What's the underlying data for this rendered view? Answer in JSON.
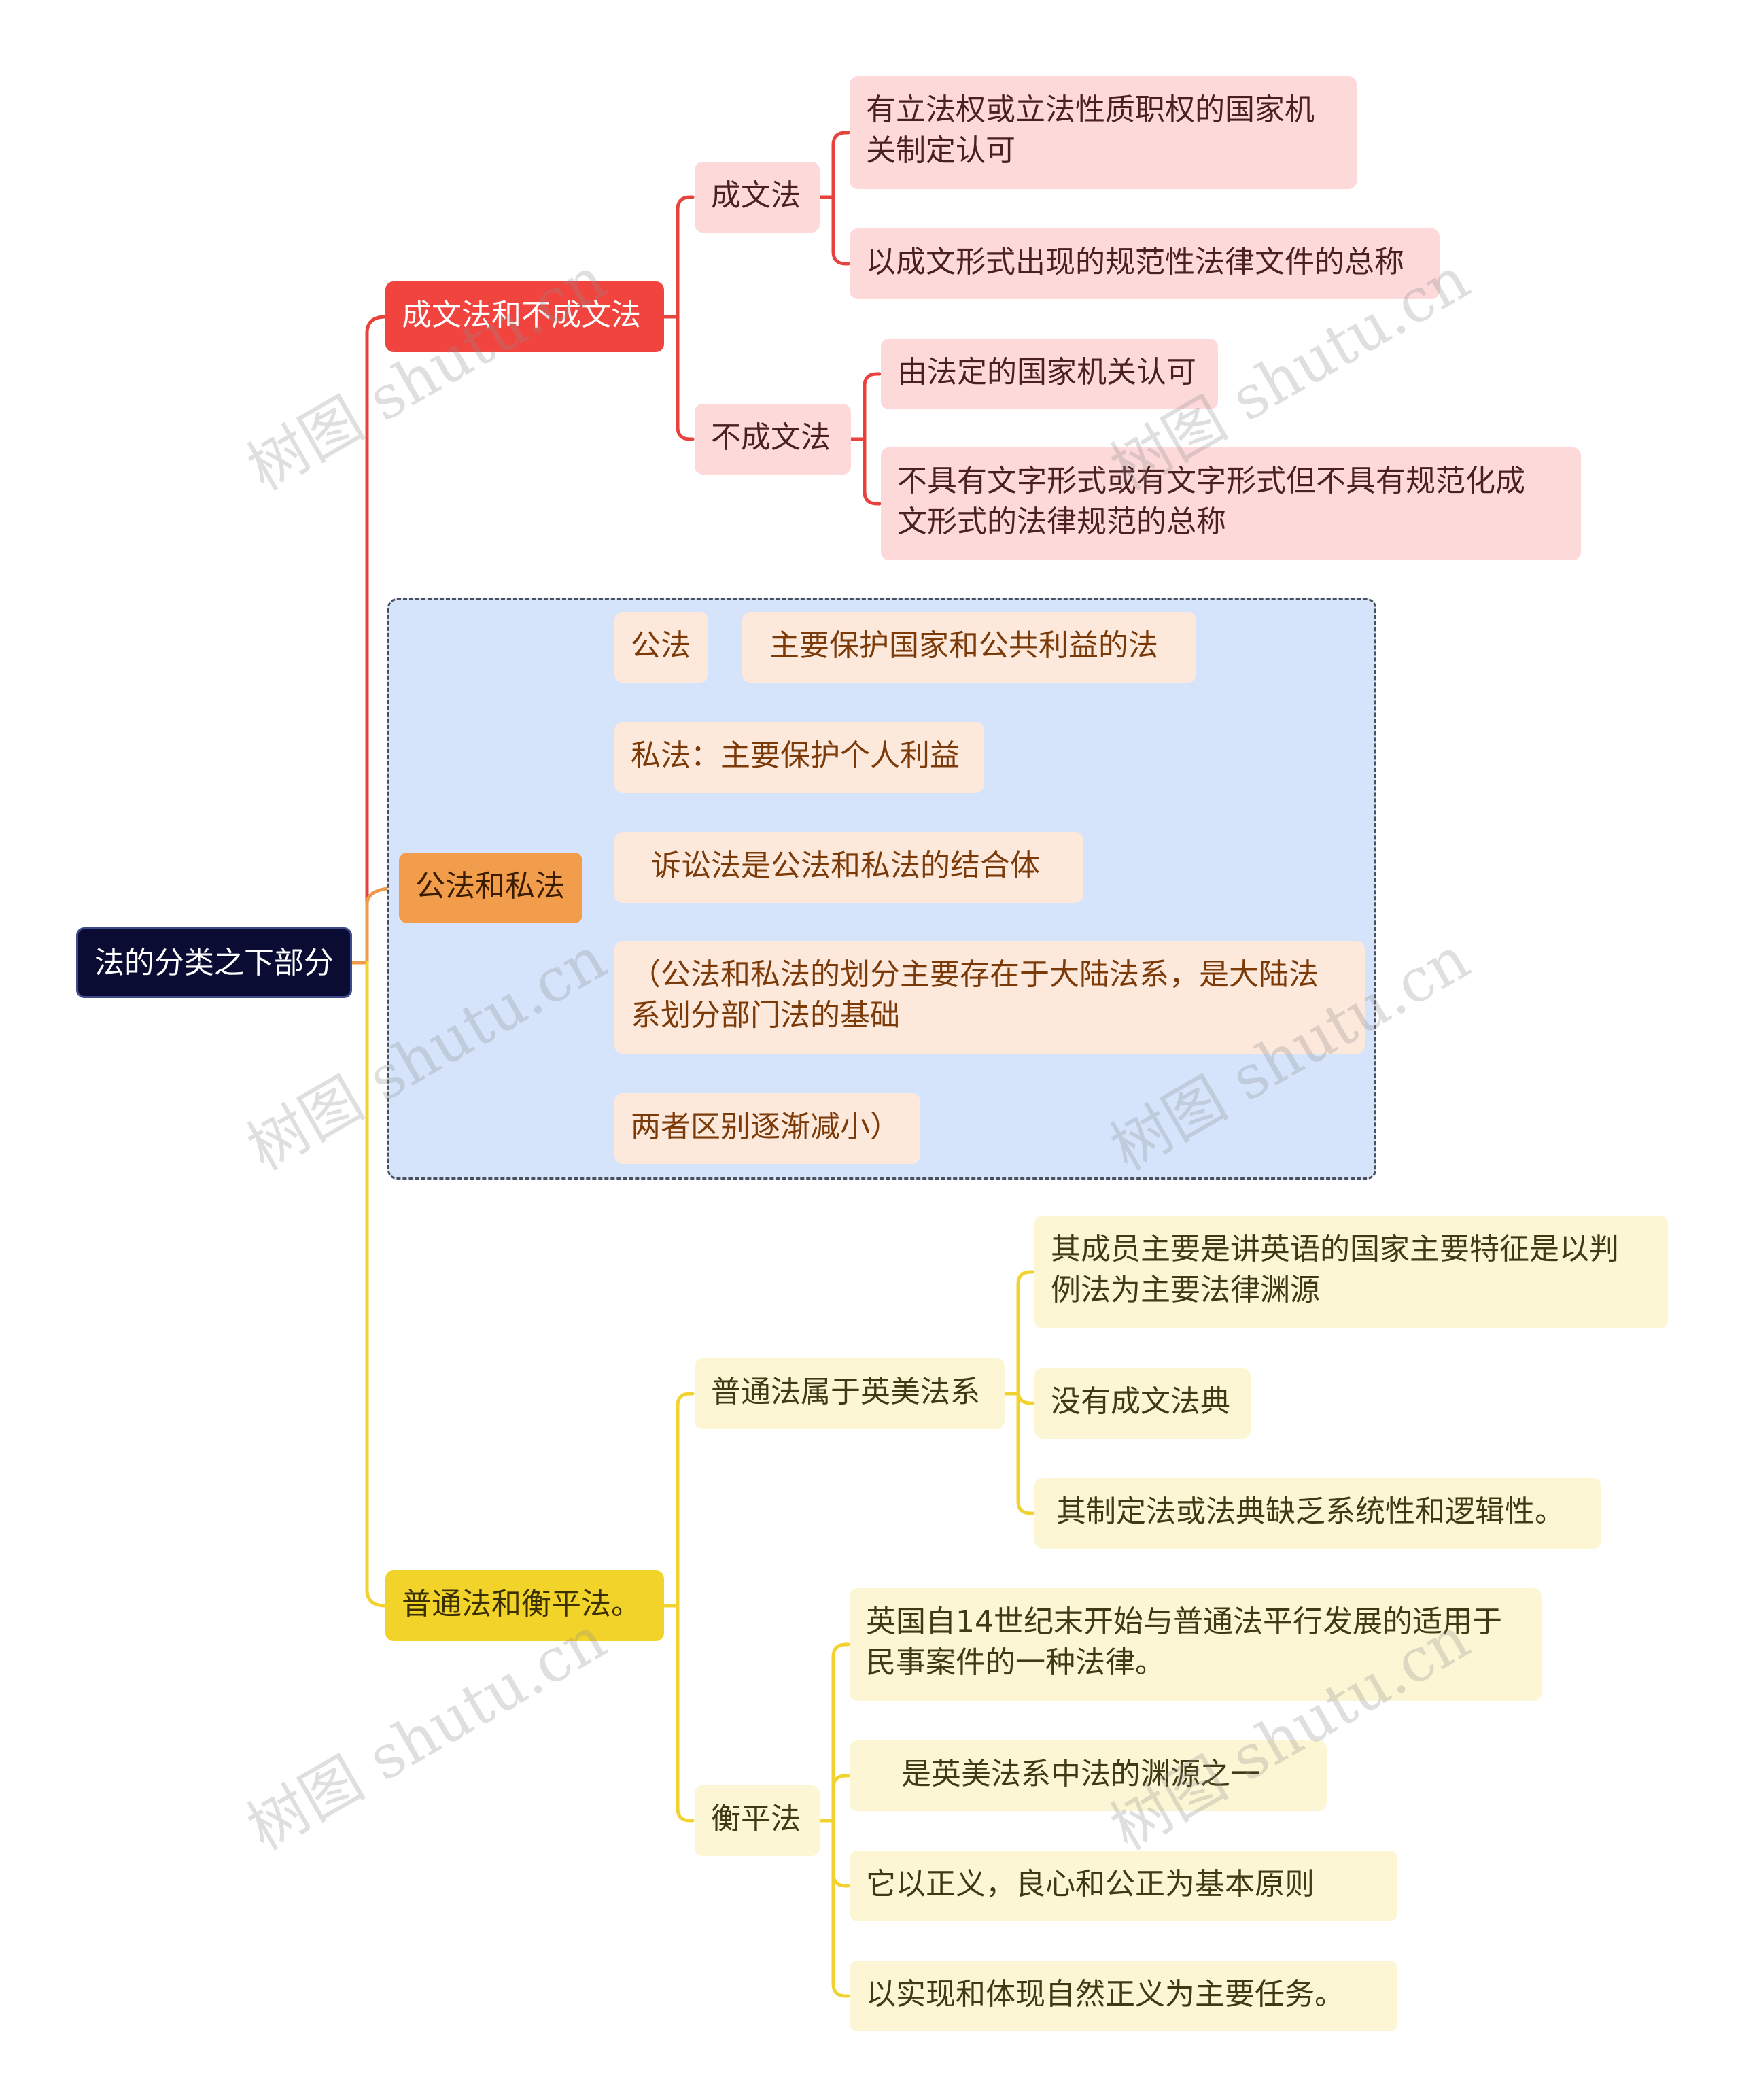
{
  "root": {
    "label": "法的分类之下部分"
  },
  "branches": [
    {
      "label": "成文法和不成文法",
      "children": [
        {
          "label": "成文法",
          "children": [
            "有立法权或立法性质职权的国家机\n关制定认可",
            "以成文形式出现的规范性法律文件的总称"
          ]
        },
        {
          "label": "不成文法",
          "children": [
            "由法定的国家机关认可",
            "不具有文字形式或有文字形式但不具有规范化成\n文形式的法律规范的总称"
          ]
        }
      ]
    },
    {
      "label": "公法和私法",
      "children": [
        {
          "label": "公法",
          "children": [
            "主要保护国家和公共利益的法"
          ]
        },
        {
          "label": "私法：主要保护个人利益"
        },
        {
          "label": "诉讼法是公法和私法的结合体"
        },
        {
          "label": "（公法和私法的划分主要存在于大陆法系，是大陆法\n系划分部门法的基础"
        },
        {
          "label": "两者区别逐渐减小）"
        }
      ]
    },
    {
      "label": "普通法和衡平法。",
      "children": [
        {
          "label": "普通法属于英美法系",
          "children": [
            "其成员主要是讲英语的国家主要特征是以判\n例法为主要法律渊源",
            "没有成文法典",
            "其制定法或法典缺乏系统性和逻辑性。"
          ]
        },
        {
          "label": "衡平法",
          "children": [
            "英国自14世纪末开始与普通法平行发展的适用于\n民事案件的一种法律。",
            "是英美法系中法的渊源之一",
            "它以正义，良心和公正为基本原则",
            "以实现和体现自然正义为主要任务。"
          ]
        }
      ]
    }
  ],
  "watermark": "树图 shutu.cn",
  "colors": {
    "red": "#e8423c",
    "orange": "#ef9a4a",
    "yellow": "#f1d22f"
  }
}
